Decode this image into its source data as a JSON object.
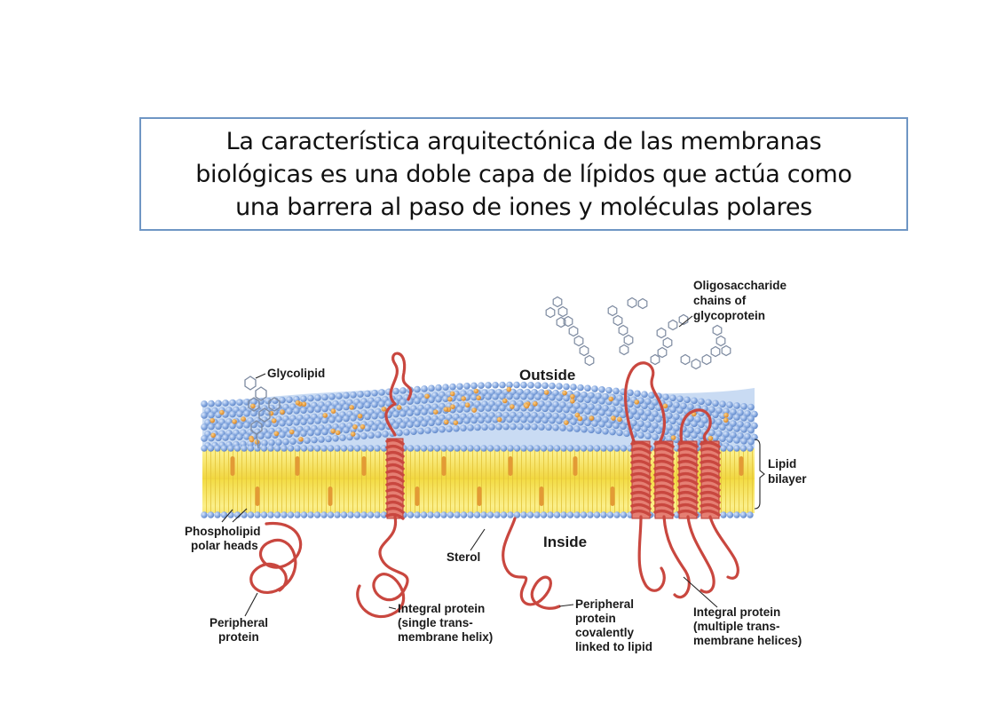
{
  "title": {
    "line1": "La característica arquitectónica de las membranas",
    "line2": "biológicas es una doble capa de lípidos que actúa como",
    "line3": "una barrera al paso de iones y moléculas polares"
  },
  "labels": {
    "glycolipid": "Glycolipid",
    "outside": "Outside",
    "inside": "Inside",
    "oligo": [
      "Oligosaccharide",
      "chains of",
      "glycoprotein"
    ],
    "lipid_bilayer": [
      "Lipid",
      "bilayer"
    ],
    "phospholipid": [
      "Phospholipid",
      "polar heads"
    ],
    "sterol": "Sterol",
    "peripheral": [
      "Peripheral",
      "protein"
    ],
    "integral_single": [
      "Integral protein",
      "(single trans-",
      "membrane helix)"
    ],
    "peripheral_lipid": [
      "Peripheral",
      "protein",
      "covalently",
      "linked to lipid"
    ],
    "integral_multi": [
      "Integral protein",
      "(multiple trans-",
      "membrane helices)"
    ]
  },
  "colors": {
    "title_border": "#6f96c4",
    "head_blue": "#7fa4dc",
    "tail_yellow": "#f7e45a",
    "protein_red": "#d9605a",
    "sterol_orange": "#e8a040"
  }
}
